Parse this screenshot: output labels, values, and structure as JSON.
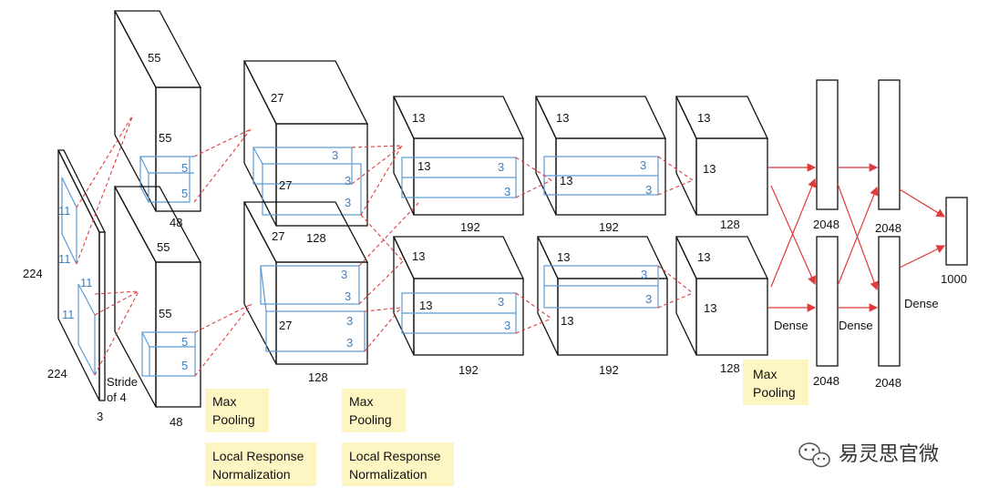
{
  "input": {
    "width": "224",
    "height": "224",
    "depth": "3",
    "stride_line1": "Stride",
    "stride_line2": "of 4",
    "kernel": "11"
  },
  "conv1": {
    "size": "55",
    "depth": "48",
    "kernel": "5"
  },
  "conv2": {
    "size": "27",
    "depth": "128",
    "kernel": "3"
  },
  "conv3": {
    "size": "13",
    "depth": "192",
    "kernel": "3"
  },
  "conv4": {
    "size": "13",
    "depth": "192",
    "kernel": "3"
  },
  "conv5": {
    "size": "13",
    "depth": "128"
  },
  "dense": {
    "label": "Dense",
    "units": "2048",
    "output": "1000"
  },
  "notes": {
    "max_pooling_line1": "Max",
    "max_pooling_line2": "Pooling",
    "lrn_line1": "Local Response",
    "lrn_line2": "Normalization"
  },
  "watermark": {
    "text": "易灵思官微",
    "icon": "wechat-icon"
  },
  "colors": {
    "lines": "#111111",
    "kernels": "#5b9bd5",
    "connections": "#e03b3b",
    "notes": "#fdf6c3"
  }
}
